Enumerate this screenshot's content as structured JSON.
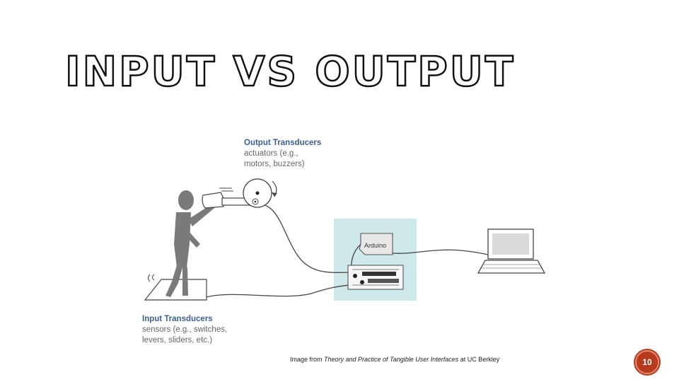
{
  "slide": {
    "title": "INPUT VS OUTPUT",
    "page_number": "10"
  },
  "diagram": {
    "output_label": {
      "heading": "Output Transducers",
      "line1": "actuators (e.g.,",
      "line2": "motors, buzzers)"
    },
    "input_label": {
      "heading": "Input Transducers",
      "line1": "sensors (e.g., switches,",
      "line2": "levers, sliders, etc.)"
    },
    "board_label": "Arduino",
    "colors": {
      "figure": "#7a7a7a",
      "board_panel": "#cfe8ea",
      "label_heading": "#3b5f8f"
    }
  },
  "caption": {
    "prefix": "Image from ",
    "italic": "Theory and Practice of Tangible User Interfaces",
    "suffix": " at UC Berkley"
  }
}
